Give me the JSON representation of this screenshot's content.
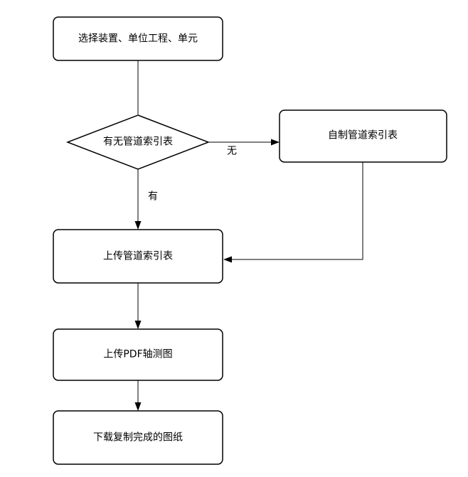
{
  "canvas": {
    "background": "#ffffff",
    "stroke_color": "#000000",
    "text_color": "#000000"
  },
  "flowchart": {
    "nodes": {
      "select": {
        "label": "选择装置、单位工程、单元",
        "shape": "rounded-rect"
      },
      "decision": {
        "label": "有无管道索引表",
        "shape": "diamond"
      },
      "self_made": {
        "label": "自制管道索引表",
        "shape": "rounded-rect"
      },
      "upload_index": {
        "label": "上传管道索引表",
        "shape": "rounded-rect"
      },
      "upload_pdf": {
        "label": "上传PDF轴测图",
        "shape": "rounded-rect"
      },
      "download": {
        "label": "下载复制完成的图纸",
        "shape": "rounded-rect"
      }
    },
    "edge_labels": {
      "no": "无",
      "yes": "有"
    }
  }
}
